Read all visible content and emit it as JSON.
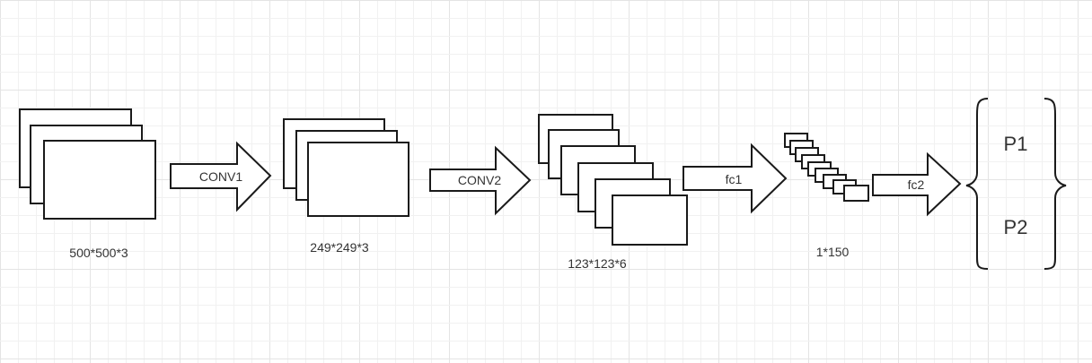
{
  "diagram": {
    "stages": [
      {
        "id": "input",
        "label": "500*500*3"
      },
      {
        "id": "conv1_out",
        "label": "249*249*3"
      },
      {
        "id": "conv2_out",
        "label": "123*123*6"
      },
      {
        "id": "fc1_out",
        "label": "1*150"
      }
    ],
    "arrows": [
      {
        "id": "conv1",
        "label": "CONV1"
      },
      {
        "id": "conv2",
        "label": "CONV2"
      },
      {
        "id": "fc1",
        "label": "fc1"
      },
      {
        "id": "fc2",
        "label": "fc2"
      }
    ],
    "outputs": [
      "P1",
      "P2"
    ]
  },
  "colors": {
    "stroke": "#1a1a1a",
    "grid_minor": "#f1f1f1",
    "grid_major": "#e4e4e4",
    "text": "#333333"
  }
}
